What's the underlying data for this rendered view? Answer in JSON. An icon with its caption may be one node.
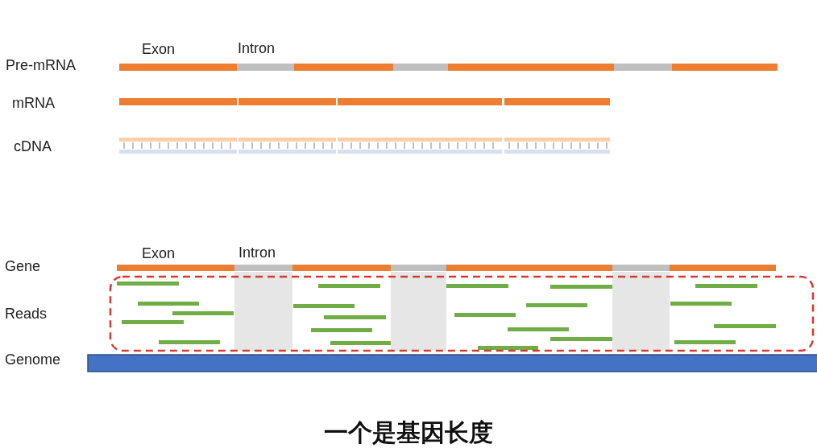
{
  "diagram": {
    "caption": "一个是基因长度",
    "labels": [
      "Exon",
      "Intron",
      "Pre-mRNA",
      "mRNA",
      "cDNA",
      "Exon",
      "Intron",
      "Gene",
      "Reads",
      "Genome"
    ]
  }
}
